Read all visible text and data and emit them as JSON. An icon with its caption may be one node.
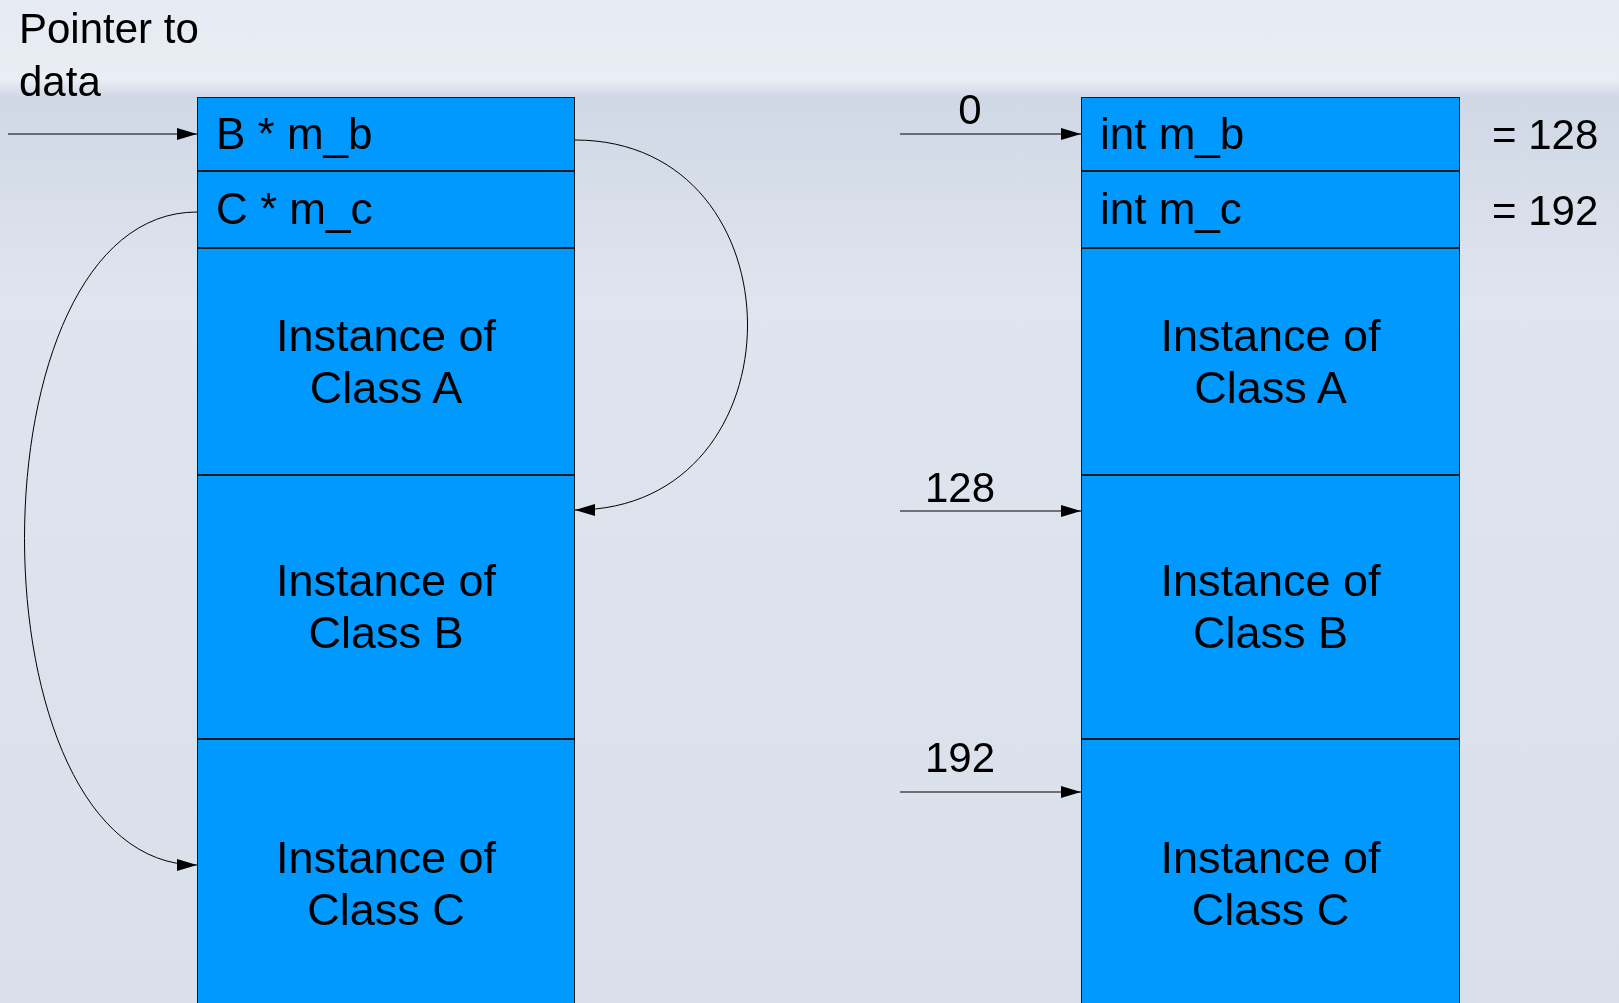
{
  "diagram": {
    "nodes": [
      {
        "text": [
          "B * m_b"
        ]
      },
      {
        "text": [
          "C * m_c"
        ]
      },
      {
        "text": [
          "Instance of Class A"
        ]
      },
      {
        "text": [
          "Instance of Class B"
        ]
      },
      {
        "text": [
          "Instance of Class C"
        ]
      },
      {
        "text": [
          "int m_b"
        ],
        "beside": [
          "= 128"
        ]
      },
      {
        "text": [
          "int m_c"
        ],
        "beside": [
          "= 192"
        ]
      },
      {
        "text": [
          "Instance of Class A"
        ]
      },
      {
        "text": [
          "Instance of Class B"
        ]
      },
      {
        "text": [
          "Instance of Class C"
        ]
      }
    ],
    "edges": [
      {
        "from": null,
        "to": 0,
        "arrow": "to"
      },
      {
        "from": 0,
        "to": 3,
        "arrow": "to"
      },
      {
        "from": 1,
        "to": 4,
        "arrow": "to"
      },
      {
        "from": null,
        "to": 5,
        "arrow": "to",
        "label": "0"
      },
      {
        "from": null,
        "to": 8,
        "arrow": "to",
        "label": "128"
      },
      {
        "from": null,
        "to": 9,
        "arrow": "to",
        "label": "192"
      }
    ],
    "labels": [
      "Pointer to data"
    ]
  }
}
